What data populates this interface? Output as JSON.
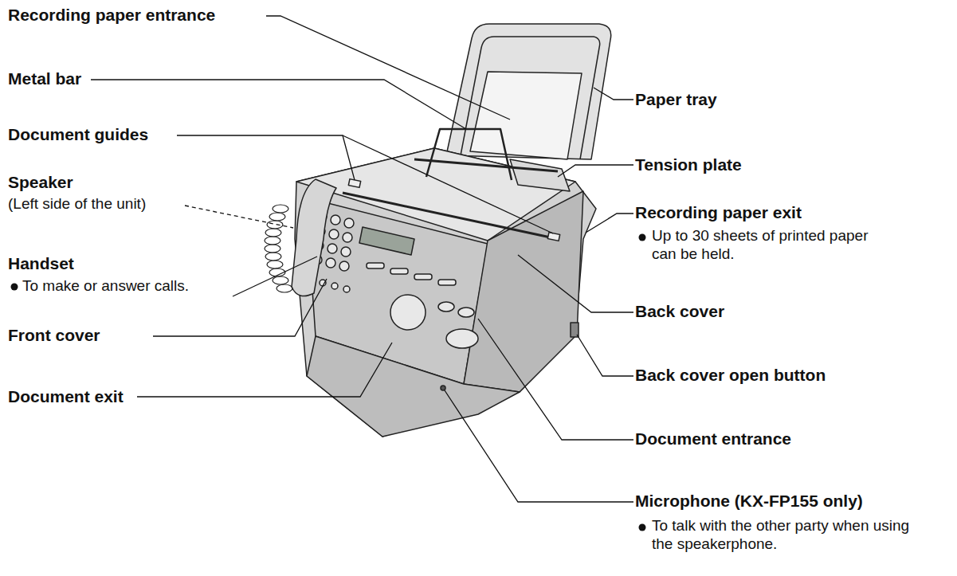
{
  "diagram": {
    "labels": [
      "Recording paper entrance",
      "Metal bar",
      "Document guides",
      "Speaker",
      "(Left side of the unit)",
      "Handset",
      "To make or answer calls.",
      "Front cover",
      "Document exit",
      "Paper tray",
      "Tension plate",
      "Recording paper exit",
      "Up to 30 sheets of printed paper can be held.",
      "Back cover",
      "Back cover open button",
      "Document entrance",
      "Microphone (KX-FP155 only)",
      "To talk with the other party when using the speakerphone."
    ]
  }
}
